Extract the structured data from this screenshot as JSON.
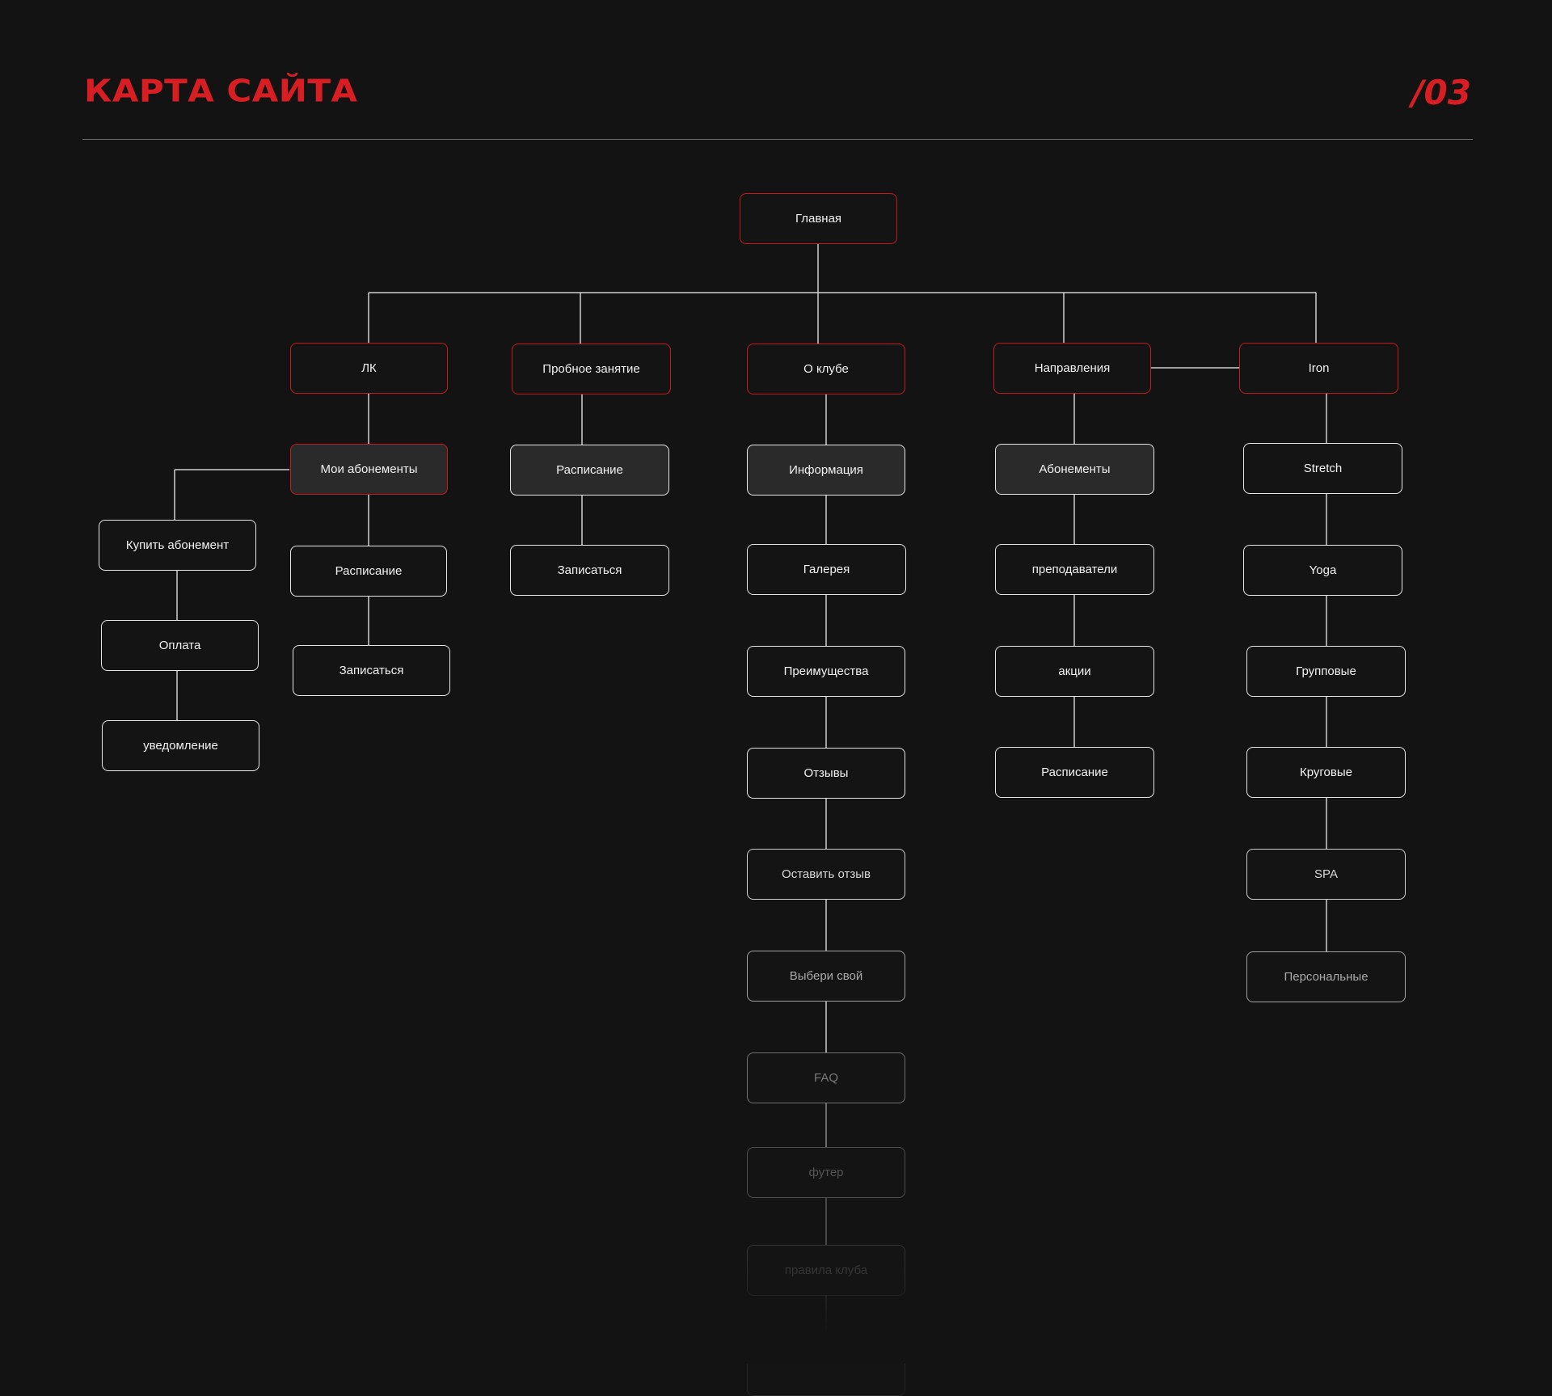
{
  "header": {
    "title": "КАРТА САЙТА",
    "page_number": "/03"
  },
  "colors": {
    "background": "#131313",
    "accent": "#d81e22",
    "node_border": "#e6e6e6",
    "node_fill_highlight": "#2a2a2b",
    "connector": "#cfcfcf"
  },
  "sitemap": {
    "root": "Главная",
    "sections": {
      "lk": {
        "label": "ЛК",
        "children": [
          "Мои абонементы",
          "Расписание",
          "Записаться"
        ],
        "branch": [
          "Купить абонемент",
          "Оплата",
          "уведомление"
        ]
      },
      "trial": {
        "label": "Пробное занятие",
        "children": [
          "Расписание",
          "Записаться"
        ]
      },
      "club": {
        "label": "О клубе",
        "children": [
          "Информация",
          "Галерея",
          "Преимущества",
          "Отзывы",
          "Оставить отзыв",
          "Выбери свой",
          "FAQ",
          "футер",
          "правила клуба"
        ]
      },
      "directions": {
        "label": "Направления",
        "children": [
          "Абонементы",
          "преподаватели",
          "акции",
          "Расписание"
        ]
      },
      "iron": {
        "label": "Iron",
        "children": [
          "Stretch",
          "Yoga",
          "Групповые",
          "Круговые",
          "SPA",
          "Персональные"
        ]
      }
    }
  }
}
